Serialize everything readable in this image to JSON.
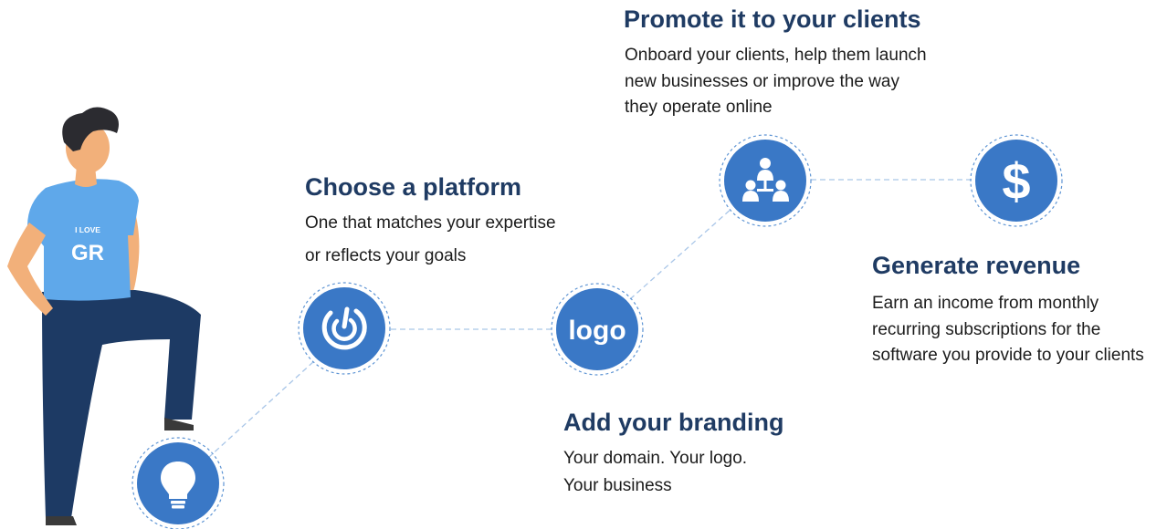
{
  "palette": {
    "circle_fill": "#3a78c6",
    "ring_stroke": "#5f95d4",
    "connector": "#a9c6e8",
    "title_color": "#1f3b63",
    "text_color": "#1b1b1b",
    "shirt": "#5fa8ea",
    "pants": "#1d3a64",
    "skin": "#f2b07a",
    "hair": "#2b2b30"
  },
  "figure": {
    "shirt_line1": "I LOVE",
    "shirt_line2": "GR"
  },
  "steps": [
    {
      "id": "idea",
      "icon": "lightbulb-icon",
      "title": "",
      "lines": []
    },
    {
      "id": "platform",
      "icon": "target-icon",
      "title": "Choose a platform",
      "lines": [
        "One that matches your expertise",
        "or reflects your goals"
      ]
    },
    {
      "id": "branding",
      "icon": "logo-icon",
      "icon_text": "logo",
      "title": "Add your branding",
      "lines": [
        "Your domain. Your logo.",
        "Your business"
      ]
    },
    {
      "id": "promote",
      "icon": "people-network-icon",
      "title": "Promote it to your clients",
      "lines": [
        "Onboard your clients, help them launch",
        "new businesses or improve the way",
        "they operate online"
      ]
    },
    {
      "id": "revenue",
      "icon": "dollar-icon",
      "icon_text": "$",
      "title": "Generate revenue",
      "lines": [
        "Earn an income from monthly",
        "recurring subscriptions for the",
        "software you provide to your clients"
      ]
    }
  ]
}
